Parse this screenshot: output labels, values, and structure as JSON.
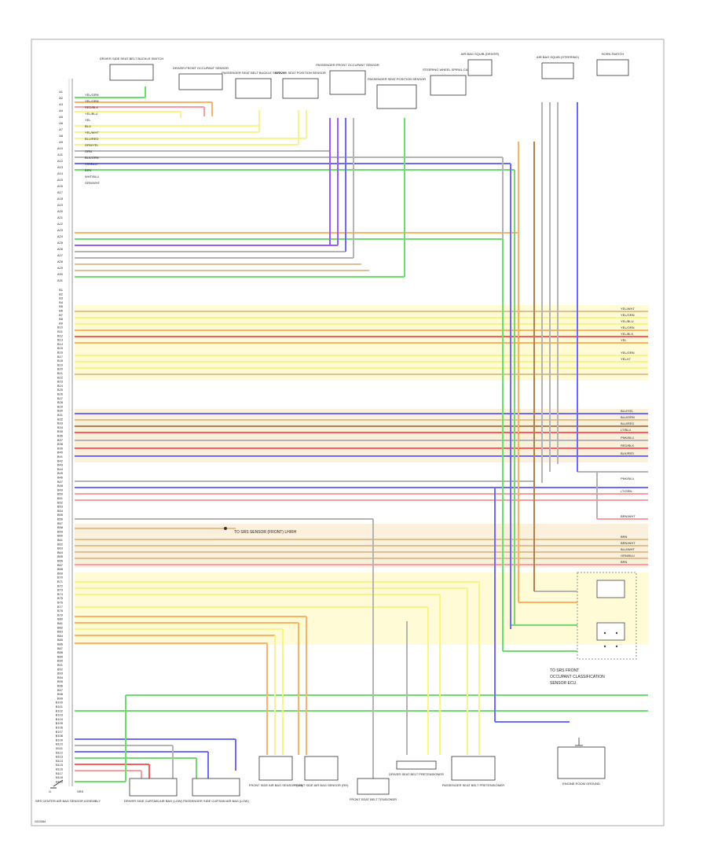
{
  "page": {
    "corner_code": "G02584"
  },
  "colors": {
    "wire_green": "#6fdc6f",
    "wire_orange": "#ffb060",
    "wire_yellow": "#f8f38a",
    "wire_red": "#ff5a5a",
    "wire_blue": "#6a6aff",
    "wire_violet": "#9a5cff",
    "wire_pink": "#ff9aa0",
    "wire_tan": "#e0c090",
    "wire_gray": "#b4b4b4",
    "wire_brown": "#b08050",
    "line_black": "#333333",
    "band_yellow": "#fffbd6",
    "band_tan": "#fbf0dc"
  },
  "left_module": {
    "label": "SRS",
    "ground_label": "G"
  },
  "components": {
    "top": [
      {
        "label": "DRIVER SIDE SEAT BELT BUCKLE SWITCH"
      },
      {
        "label": "DRIVER FRONT OCCUPANT SENSOR"
      },
      {
        "label": "PASSENGER SEAT BELT BUCKLE SWITCH"
      },
      {
        "label": "DRIVER SEAT POSITION SENSOR"
      },
      {
        "label": "PASSENGER FRONT OCCUPANT SENSOR"
      },
      {
        "label": "PASSENGER SEAT POSITION SENSOR"
      },
      {
        "label": "STEERING WHEEL SPIRAL CABLE"
      },
      {
        "label": "AIR BAG SQUIB (DRIVER)"
      },
      {
        "label": "AIR BAG SQUIB (STEERING)"
      },
      {
        "label": "HORN SWITCH"
      }
    ],
    "bottom": [
      {
        "label": "DRIVER SIDE CURTAIN AIR BAG (LOW)"
      },
      {
        "label": "PASSENGER SIDE CURTAIN AIR BAG (LOW)"
      },
      {
        "label": "FRONT SIDE AIR BAG SENSOR (LH)"
      },
      {
        "label": "FRONT SIDE AIR BAG SENSOR (RH)"
      },
      {
        "label": "DRIVER SEAT BELT PRETENSIONER"
      },
      {
        "label": "PASSENGER SEAT BELT PRETENSIONER"
      },
      {
        "label": "FRONT SEAT BELT TENSIONER"
      },
      {
        "label": "ENGINE ROOM GROUND"
      }
    ]
  },
  "notes": {
    "note_1": "TO SRS FRONT",
    "note_2": "OCCUPANT CLASSIFICATION",
    "note_3": "SENSOR ECU",
    "bottom_left": "SRS CENTER AIR BAG SENSOR ASSEMBLY",
    "middle_note": "TO SRS SENSOR (FRONT) LH/RH"
  },
  "pins": {
    "group_a": [
      "A1",
      "A2",
      "A3",
      "A4",
      "A5",
      "A6",
      "A7",
      "A8",
      "A9",
      "A10",
      "A11",
      "A12",
      "A13",
      "A14",
      "A15",
      "A16",
      "A17",
      "A18",
      "A19",
      "A20",
      "A21",
      "A22",
      "A23",
      "A24",
      "A25",
      "A26",
      "A27",
      "A28",
      "A29",
      "A30",
      "A31"
    ],
    "group_b": [
      "B1",
      "B2",
      "B3",
      "B4",
      "B5",
      "B6",
      "B7",
      "B8",
      "B9",
      "B10",
      "B11",
      "B12",
      "B13",
      "B14",
      "B15",
      "B16",
      "B17",
      "B18",
      "B19",
      "B20",
      "B21",
      "B22",
      "B23",
      "B24",
      "B25",
      "B26",
      "B27",
      "B28",
      "B29",
      "B30",
      "B31",
      "B32",
      "B33",
      "B34",
      "B35",
      "B36",
      "B37",
      "B38",
      "B39",
      "B40",
      "B41",
      "B42",
      "B43",
      "B44",
      "B45",
      "B46",
      "B47",
      "B48",
      "B49",
      "B50",
      "B51",
      "B52",
      "B53",
      "B54",
      "B55",
      "B56",
      "B57",
      "B58",
      "B59",
      "B60",
      "B61",
      "B62",
      "B63",
      "B64",
      "B65",
      "B66",
      "B67",
      "B68",
      "B69",
      "B70",
      "B71",
      "B72",
      "B73",
      "B74",
      "B75",
      "B76",
      "B77",
      "B78",
      "B79",
      "B80",
      "B81",
      "B82",
      "B83",
      "B84",
      "B85",
      "B86",
      "B87",
      "B88",
      "B89",
      "B90",
      "B91",
      "B92",
      "B93",
      "B94",
      "B95",
      "B96",
      "B97",
      "B98",
      "B99",
      "B100",
      "B101",
      "B102",
      "B103",
      "B104",
      "B105",
      "B106",
      "B107",
      "B108",
      "B109",
      "B110",
      "B111",
      "B112",
      "B113",
      "B114",
      "B115",
      "B116",
      "B117",
      "B118",
      "B119",
      "B120",
      "B121"
    ]
  },
  "wires": [
    {
      "color": "green",
      "label": "YEL/GRN"
    },
    {
      "color": "orange",
      "label": "YEL/ORN"
    },
    {
      "color": "pink",
      "label": "RED/BLK"
    },
    {
      "color": "yellow",
      "label": "YEL/BLU"
    },
    {
      "color": "yellow",
      "label": "YEL"
    },
    {
      "color": "yellow",
      "label": "BLU"
    },
    {
      "color": "gray",
      "label": "YEL/WHT"
    },
    {
      "color": "blue",
      "label": "BLU/RED"
    },
    {
      "color": "green",
      "label": "GRN/YEL"
    },
    {
      "color": "orange",
      "label": "ORN"
    },
    {
      "color": "green",
      "label": "BLK/GRN"
    },
    {
      "color": "violet",
      "label": "VIO/BLU"
    },
    {
      "color": "tan",
      "label": "BRN"
    },
    {
      "color": "gray",
      "label": "WHT/BLU"
    },
    {
      "color": "green",
      "label": "GRN/WHT"
    }
  ],
  "right_labels": [
    "YEL/WHT",
    "YEL/GRN",
    "YEL/BLU",
    "YEL/ORN",
    "YEL/BLK",
    "YEL",
    "YEL/GRN",
    "YEL/LT",
    "BLU/YEL",
    "BLU/ORN",
    "BLU/RED",
    "LT/BLU",
    "PNK/BLU",
    "RED/BLK",
    "BLK/RED",
    "PNK/BLU",
    "LT/GRN",
    "BRN/WHT",
    "BRN",
    "BRN/WHT",
    "BLU/WHT",
    "GRN/BLU",
    "BRN"
  ]
}
